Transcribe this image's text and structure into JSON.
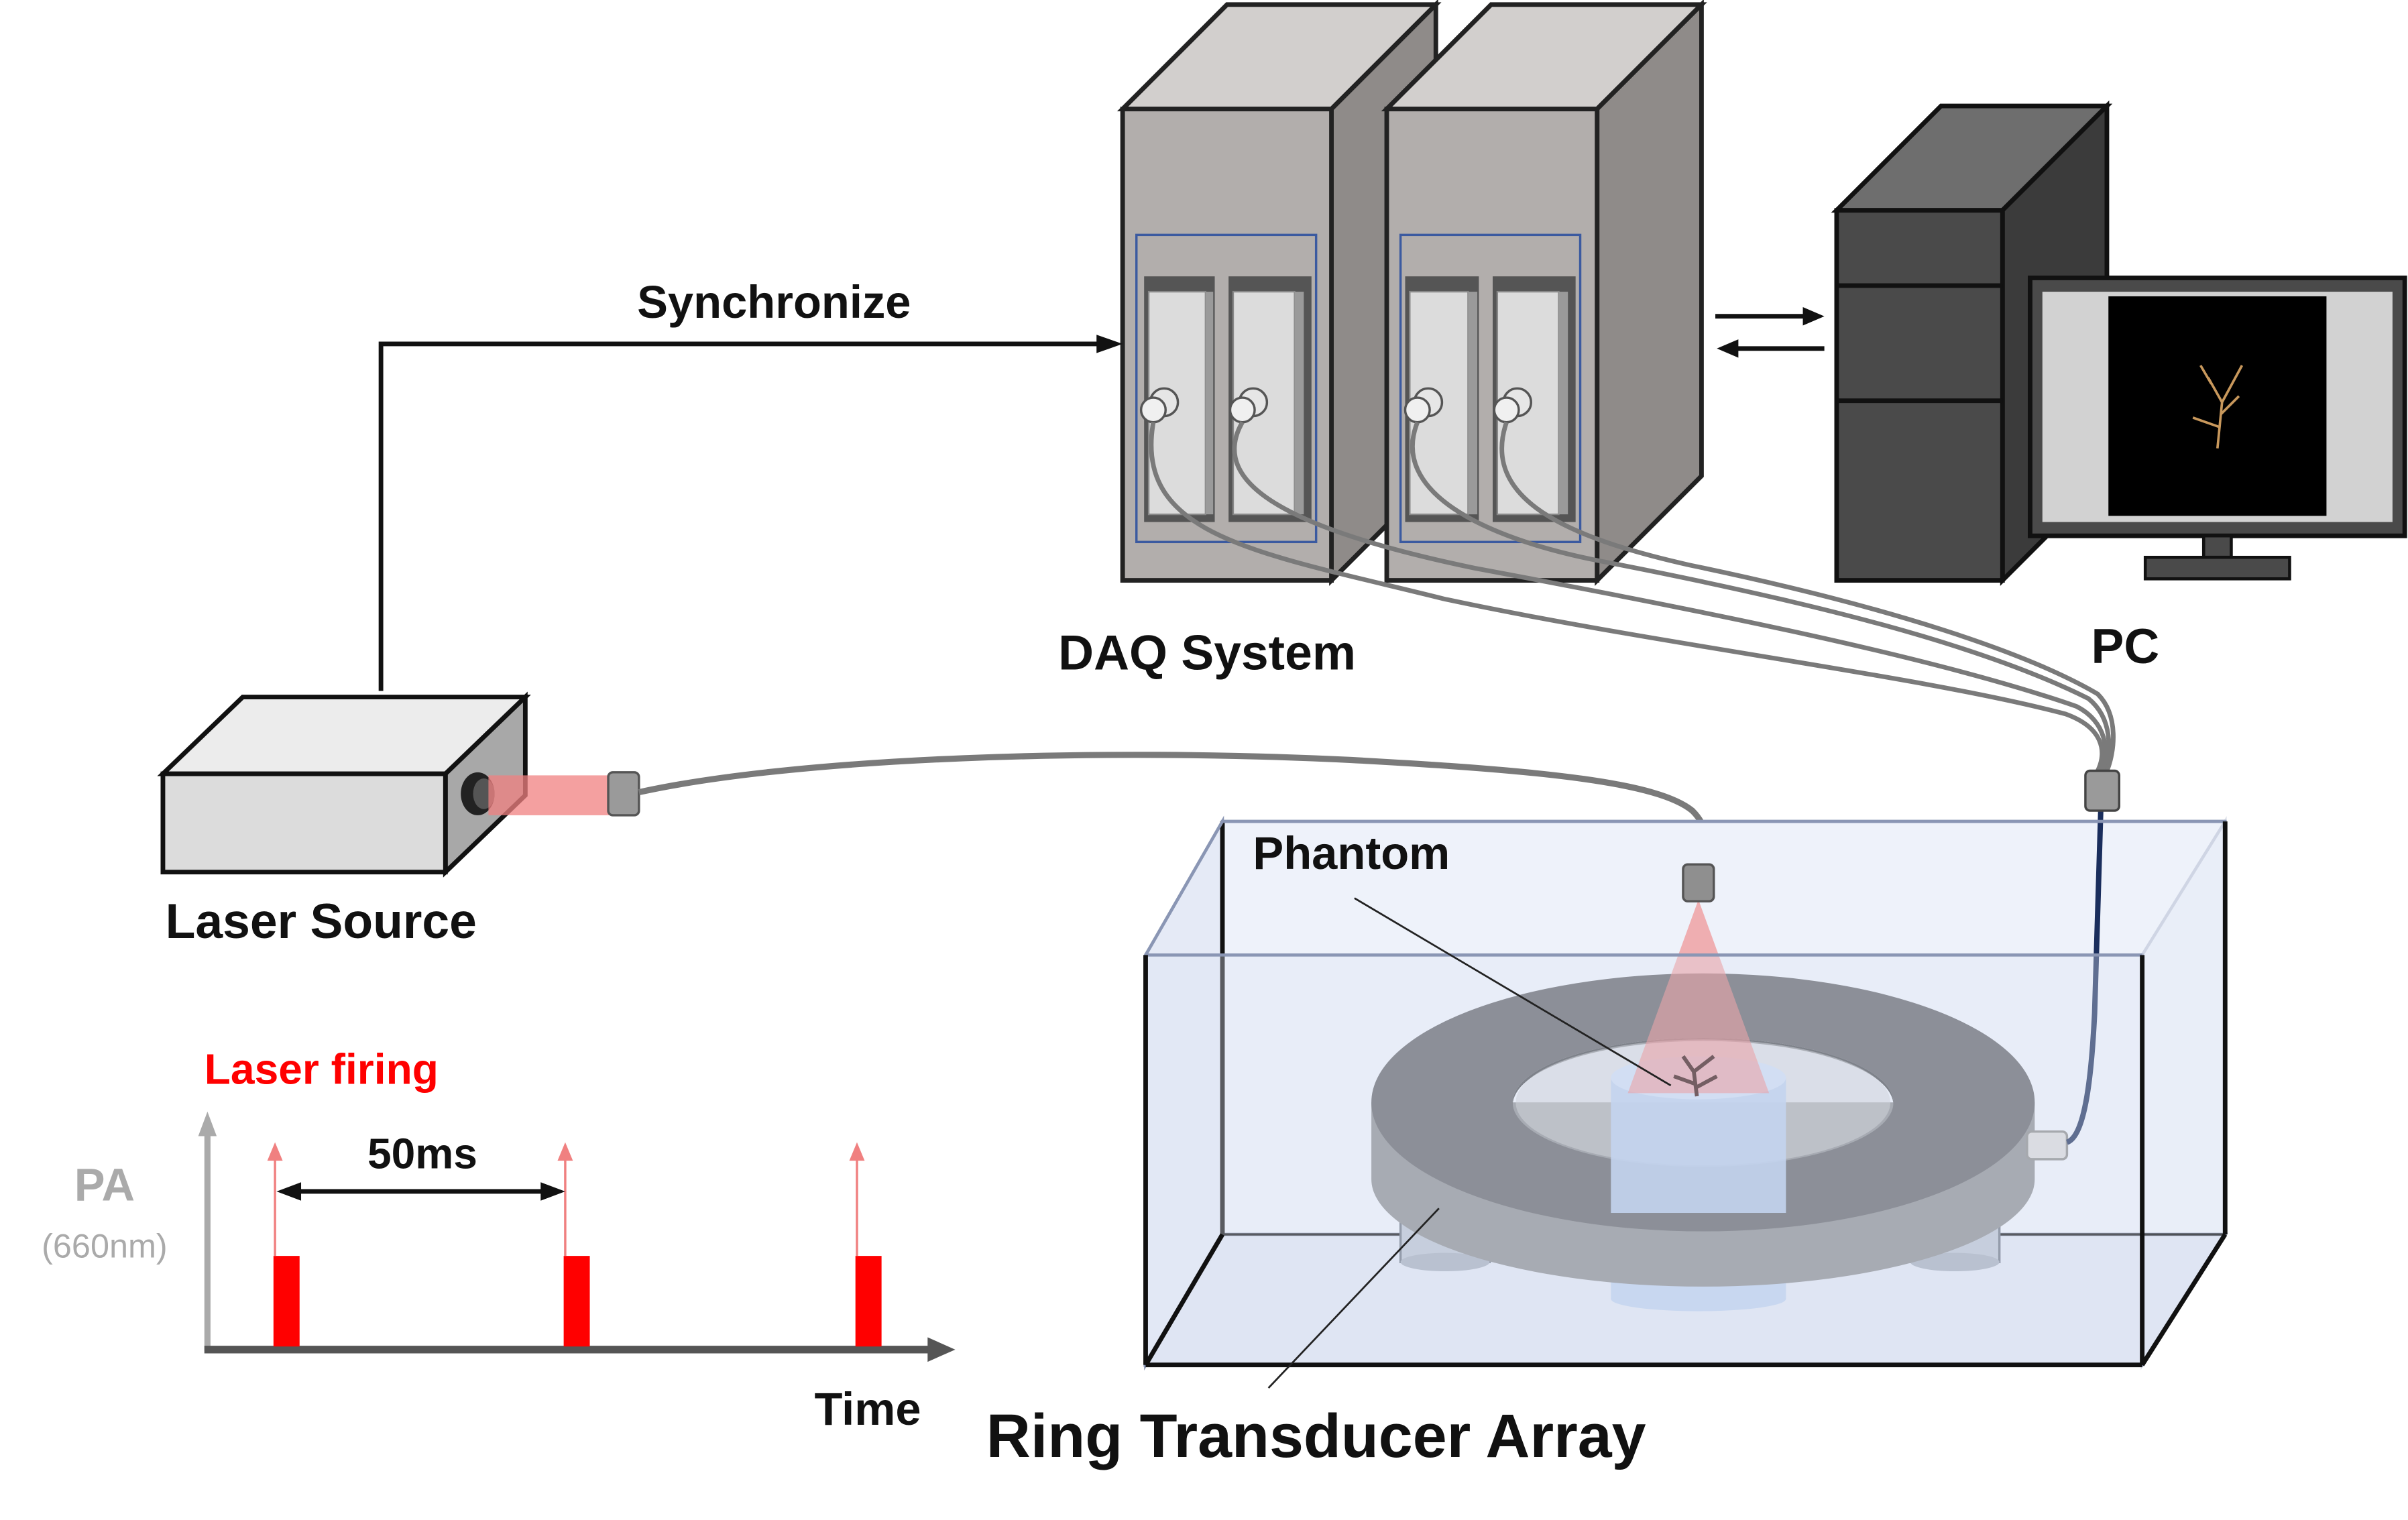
{
  "labels": {
    "synchronize": "Synchronize",
    "daq_system": "DAQ System",
    "pc": "PC",
    "laser_source": "Laser Source",
    "phantom": "Phantom",
    "ring_transducer_array": "Ring Transducer Array"
  },
  "timing_plot": {
    "title": "Laser firing",
    "y_label": "PA",
    "y_sublabel": "(660nm)",
    "x_label": "Time",
    "interval_label": "50ms"
  },
  "colors": {
    "laser_red": "#ff0000",
    "beam_pink": "#f08080",
    "cabinet_gray": "#b2aeac",
    "pc_dark": "#4a4a4a",
    "cable_gray": "#7a7a7a",
    "water_tank": "#dfe6f5",
    "ring_dark": "#5f6166",
    "phantom_blue": "#a9c4ec",
    "axis_gray": "#555555"
  }
}
